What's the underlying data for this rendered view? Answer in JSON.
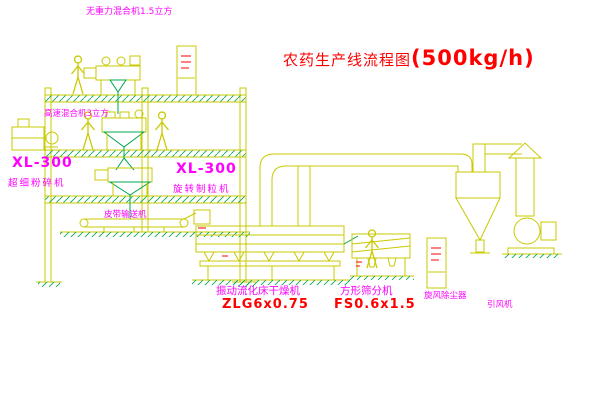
{
  "title": {
    "main": "农药生产线流程图",
    "capacity": "(500kg/h)"
  },
  "labels": {
    "gravity_mixer": "无重力混合机1.5立方",
    "high_speed_mixer": "高速混合机3立方",
    "left_mill_model": "XL-300",
    "left_mill_name": "超细粉碎机",
    "center_mill_model": "XL-300",
    "center_mill_name": "旋转制粒机",
    "belt_conveyor": "皮带输送机",
    "dryer_name": "振动流化床干燥机",
    "dryer_model": "ZLG6x0.75",
    "sieve_name": "方形筛分机",
    "sieve_model": "FS0.6x1.5",
    "cyclone": "旋风除尘器",
    "fan": "引风机"
  },
  "colors": {
    "background": "#ffffff",
    "line_yellow": "#c9c900",
    "line_green": "#00a651",
    "text_magenta": "#ff00ff",
    "text_red": "#ff0000"
  }
}
